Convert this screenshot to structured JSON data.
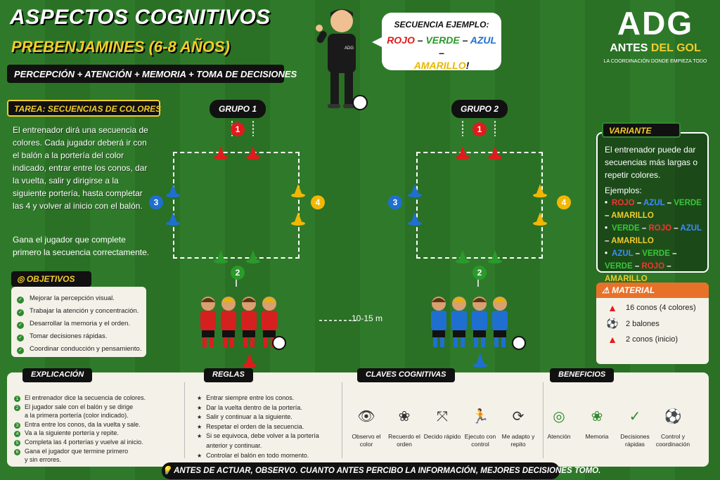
{
  "header": {
    "title": "ASPECTOS COGNITIVOS",
    "subtitle": "PREBENJAMINES (6-8 AÑOS)",
    "skills": "PERCEPCIÓN + ATENCIÓN + MEMORIA + TOMA DE DECISIONES"
  },
  "speech": {
    "title": "SECUENCIA EJEMPLO:",
    "seq": [
      {
        "text": "ROJO",
        "color": "#e01b1b"
      },
      {
        "text": " – ",
        "color": "#111111"
      },
      {
        "text": "VERDE",
        "color": "#2a9a2a"
      },
      {
        "text": " – ",
        "color": "#111111"
      },
      {
        "text": "AZUL",
        "color": "#1f6fd1"
      },
      {
        "text": " –",
        "color": "#111111"
      },
      {
        "text": "AMARILLO",
        "color": "#e6b800"
      },
      {
        "text": "!",
        "color": "#111111"
      }
    ]
  },
  "logo": {
    "mark": "ADG",
    "name_a": "ANTES ",
    "name_b": "DEL GOL",
    "tagline": "LA COORDINACIÓN DONDE EMPIEZA TODO"
  },
  "task": {
    "title": "TAREA: SECUENCIAS DE COLORES",
    "p1": "El entrenador dirá una secuencia de colores. Cada jugador deberá ir con el balón a la portería del color indicado, entrar entre los conos, dar la vuelta, salir y dirigirse a la siguiente portería, hasta completar las 4 y volver al inicio con el balón.",
    "p2": "Gana el jugador que complete primero la secuencia correctamente."
  },
  "objectives": {
    "title": "OBJETIVOS",
    "items": [
      "Mejorar la percepción visual.",
      "Trabajar la atención y concentración.",
      "Desarrollar la memoria y el orden.",
      "Tomar decisiones rápidas.",
      "Coordinar conducción y pensamiento."
    ]
  },
  "field": {
    "group1": "GRUPO 1",
    "group2": "GRUPO 2",
    "n1": "1",
    "n2": "2",
    "n3": "3",
    "n4": "4",
    "distance": "10-15 m",
    "coach_badge": "ADG"
  },
  "colors": {
    "red": "#e01b1b",
    "green": "#2a9a2a",
    "blue": "#1f6fd1",
    "yellow": "#f2b705"
  },
  "variant": {
    "title": "VARIANTE",
    "text": "El entrenador puede dar secuencias más largas o repetir colores.",
    "examples_label": "Ejemplos:",
    "examples": [
      [
        {
          "t": "ROJO",
          "c": "#ff3030"
        },
        {
          "t": " – ",
          "c": "#ffffff"
        },
        {
          "t": "AZUL",
          "c": "#3c8dff"
        },
        {
          "t": " – ",
          "c": "#ffffff"
        },
        {
          "t": "VERDE",
          "c": "#39c639"
        },
        {
          "t": " – ",
          "c": "#ffffff"
        },
        {
          "t": "AMARILLO",
          "c": "#f2cc2b"
        }
      ],
      [
        {
          "t": "VERDE",
          "c": "#39c639"
        },
        {
          "t": " – ",
          "c": "#ffffff"
        },
        {
          "t": "ROJO",
          "c": "#ff3030"
        },
        {
          "t": " – ",
          "c": "#ffffff"
        },
        {
          "t": "AZUL",
          "c": "#3c8dff"
        },
        {
          "t": " – ",
          "c": "#ffffff"
        },
        {
          "t": "AMARILLO",
          "c": "#f2cc2b"
        }
      ],
      [
        {
          "t": "AZUL",
          "c": "#3c8dff"
        },
        {
          "t": " – ",
          "c": "#ffffff"
        },
        {
          "t": "VERDE",
          "c": "#39c639"
        },
        {
          "t": " – ",
          "c": "#ffffff"
        },
        {
          "t": "VERDE",
          "c": "#39c639"
        },
        {
          "t": " – ",
          "c": "#ffffff"
        },
        {
          "t": "ROJO",
          "c": "#ff3030"
        },
        {
          "t": " – ",
          "c": "#ffffff"
        },
        {
          "t": "AMARILLO",
          "c": "#f2cc2b"
        }
      ]
    ]
  },
  "material": {
    "title": "MATERIAL",
    "items": [
      {
        "icon": "cone-icon",
        "text": "16 conos (4 colores)"
      },
      {
        "icon": "ball-icon",
        "text": "2 balones"
      },
      {
        "icon": "cone-icon",
        "text": "2 conos (inicio)"
      }
    ]
  },
  "explanation": {
    "title": "EXPLICACIÓN",
    "items": [
      "El entrenador dice la secuencia de colores.",
      "El jugador sale con el balón y se dirige",
      "a la primera portería (color indicado).",
      "Entra entre los conos, da la vuelta y sale.",
      "Va a la siguiente portería y repite.",
      "Completa las 4 porterías y vuelve al inicio.",
      "Gana el jugador que termine primero",
      "y sin errores."
    ],
    "nums": [
      "1",
      "2",
      "",
      "3",
      "4",
      "5",
      "6",
      ""
    ]
  },
  "rules": {
    "title": "REGLAS",
    "items": [
      "Entrar siempre entre los conos.",
      "Dar la vuelta dentro de la portería.",
      "Salir y continuar a la siguiente.",
      "Respetar el orden de la secuencia.",
      "Si se equivoca, debe volver a la portería",
      "anterior y continuar.",
      "Controlar el balón en todo momento."
    ],
    "stars": [
      true,
      true,
      true,
      true,
      true,
      false,
      true
    ]
  },
  "keys": {
    "title": "CLAVES COGNITIVAS",
    "items": [
      {
        "icon": "eye-icon",
        "glyph": "👁",
        "label": "Observo el color"
      },
      {
        "icon": "brain-icon",
        "glyph": "❀",
        "label": "Recuerdo el orden"
      },
      {
        "icon": "arrows-icon",
        "glyph": "⤧",
        "label": "Decido rápido"
      },
      {
        "icon": "runner-icon",
        "glyph": "🏃",
        "label": "Ejecuto con control"
      },
      {
        "icon": "refresh-icon",
        "glyph": "⟳",
        "label": "Me adapto y repito"
      }
    ]
  },
  "benefits": {
    "title": "BENEFICIOS",
    "items": [
      {
        "icon": "target-icon",
        "glyph": "◎",
        "label": "Atención"
      },
      {
        "icon": "brain-icon",
        "glyph": "❀",
        "label": "Memoria"
      },
      {
        "icon": "check-icon",
        "glyph": "✓",
        "label": "Decisiones rápidas"
      },
      {
        "icon": "ball-icon",
        "glyph": "⚽",
        "label": "Control y coordinación"
      }
    ]
  },
  "footer": {
    "text": "ANTES DE ACTUAR, OBSERVO. CUANTO ANTES PERCIBO LA INFORMACIÓN, MEJORES DECISIONES TOMO."
  }
}
